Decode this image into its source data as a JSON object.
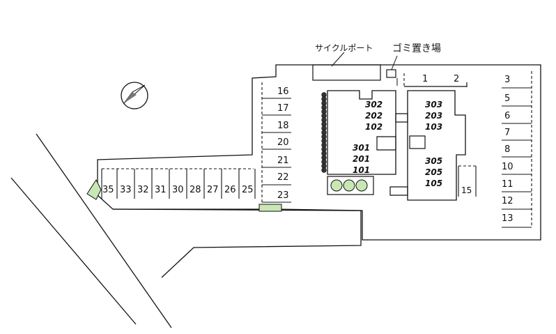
{
  "labels": {
    "cycle_port": "サイクルポート",
    "garbage": "ゴミ置き場"
  },
  "units": {
    "left_upper": [
      "302",
      "202",
      "102"
    ],
    "left_lower": [
      "301",
      "201",
      "101"
    ],
    "right_upper": [
      "303",
      "203",
      "103"
    ],
    "right_lower": [
      "305",
      "205",
      "105"
    ]
  },
  "parking": {
    "top_row": [
      "1",
      "2"
    ],
    "right_column": [
      "3",
      "5",
      "6",
      "7",
      "8",
      "10",
      "11",
      "12",
      "13"
    ],
    "center_column": [
      "16",
      "17",
      "18",
      "20",
      "21",
      "22",
      "23"
    ],
    "bottom_row": [
      "35",
      "33",
      "32",
      "31",
      "30",
      "28",
      "27",
      "26",
      "25"
    ],
    "motor_space": "15"
  },
  "colors": {
    "line": "#111111",
    "green_area": "#c9e7b4"
  },
  "icons": {
    "compass": "north-arrow-icon",
    "tree": "shrub-icon"
  }
}
